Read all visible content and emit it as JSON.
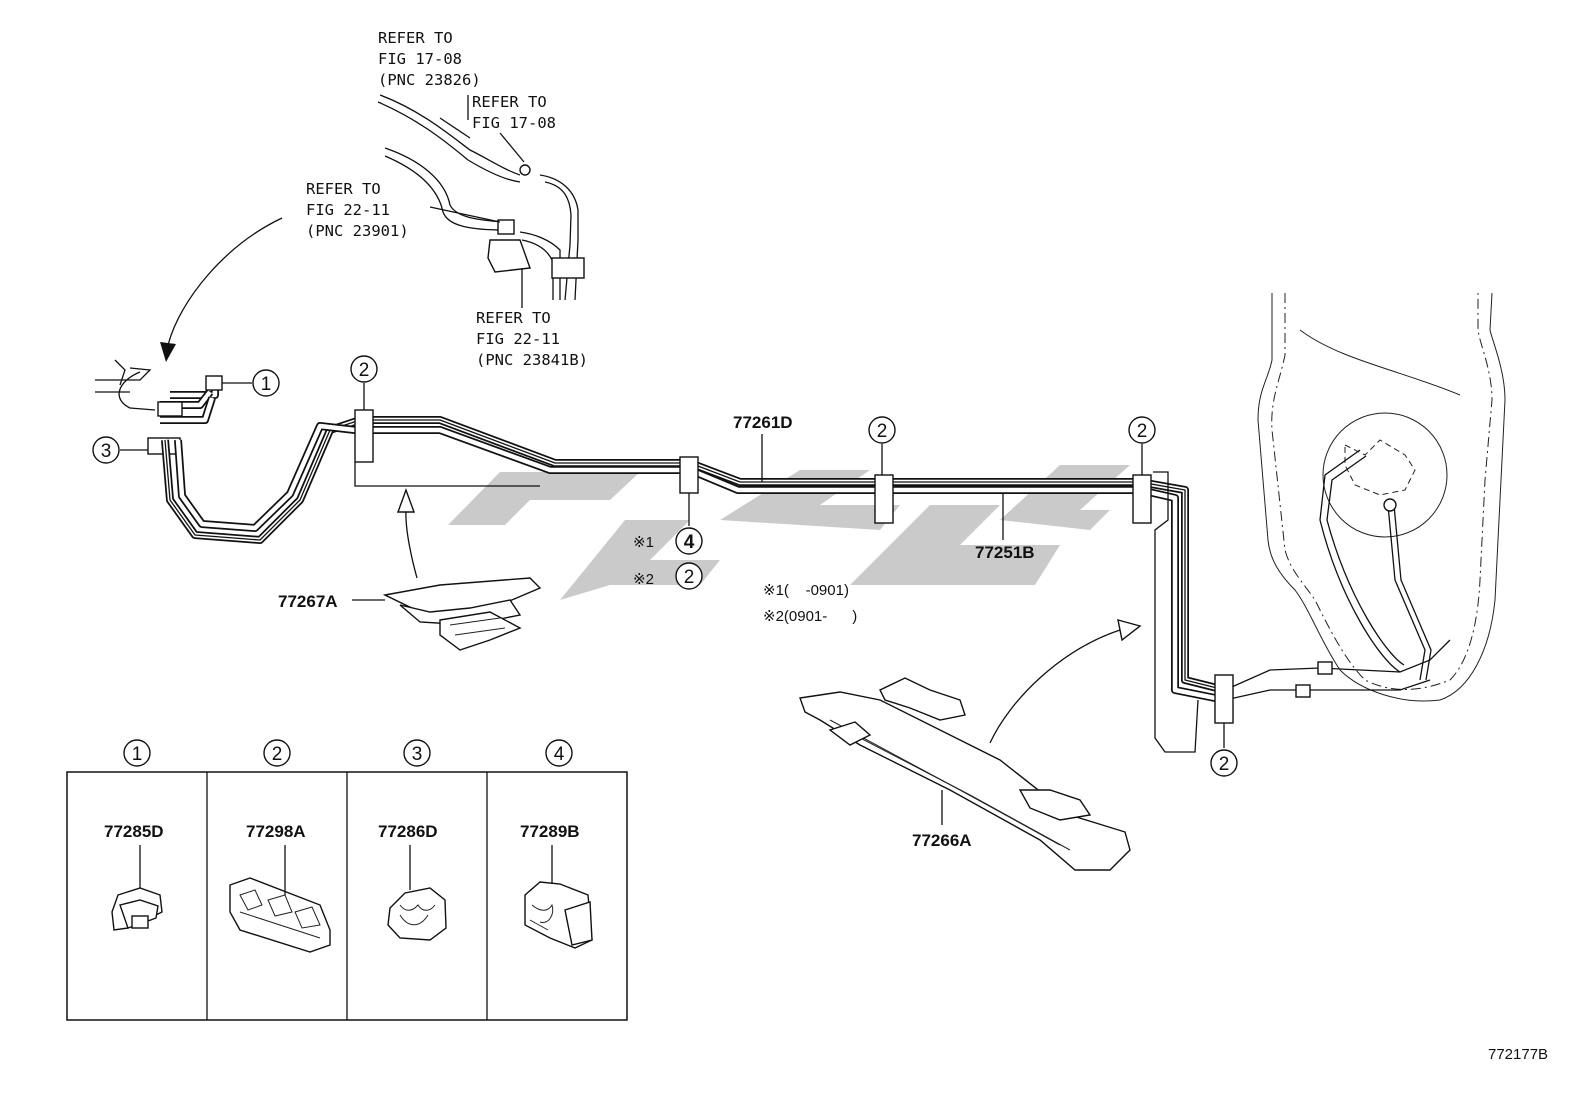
{
  "refers": {
    "r1": [
      "REFER TO",
      "FIG 17-08",
      "(PNC 23826)"
    ],
    "r2": [
      "REFER TO",
      "FIG 17-08"
    ],
    "r3": [
      "REFER TO",
      "FIG 22-11",
      "(PNC 23901)"
    ],
    "r4": [
      "REFER TO",
      "FIG 22-11",
      "(PNC 23841B)"
    ]
  },
  "parts": {
    "p77261D": "77261D",
    "p77251B": "77251B",
    "p77267A": "77267A",
    "p77266A": "77266A"
  },
  "callouts": {
    "c1": "1",
    "c2": "2",
    "c3": "3",
    "c4": "4"
  },
  "notes": {
    "n1_mark": "※1",
    "n2_mark": "※2",
    "n1_range": "※1(    -0901)",
    "n2_range": "※2(0901-      )"
  },
  "table": {
    "headers": [
      "1",
      "2",
      "3",
      "4"
    ],
    "part_numbers": [
      "77285D",
      "77298A",
      "77286D",
      "77289B"
    ]
  },
  "figure_id": "772177B"
}
